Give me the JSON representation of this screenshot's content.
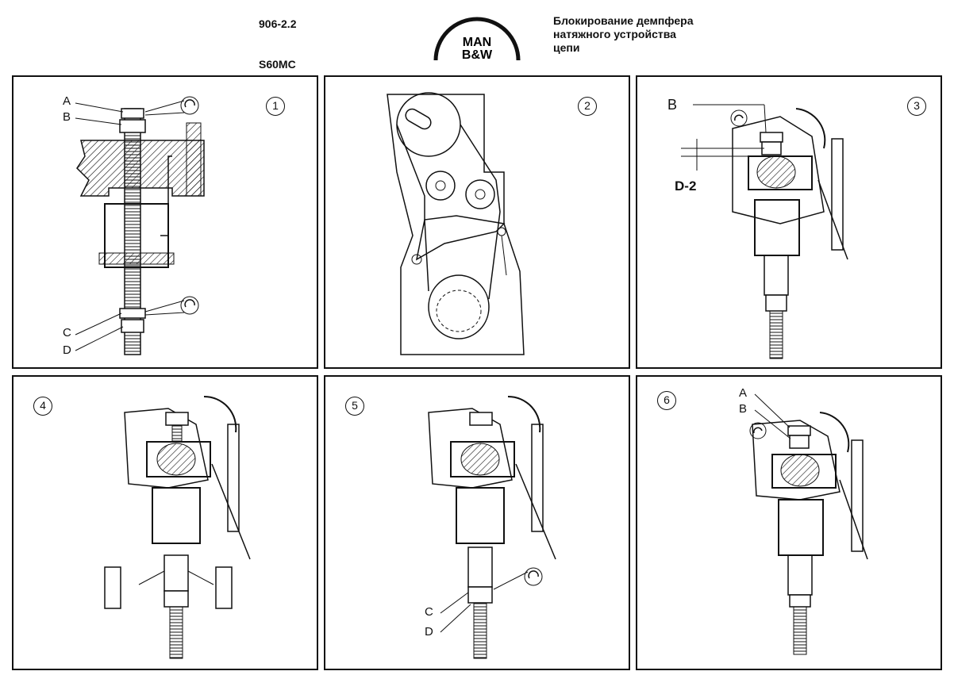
{
  "header": {
    "code": "906-2.2",
    "model": "S60MC",
    "logo_line1": "MAN",
    "logo_line2": "B&W",
    "title_lines": [
      "Блокирование демпфера",
      "натяжного устройства",
      "цепи"
    ]
  },
  "panels": [
    {
      "number": "1",
      "labels": {
        "a": "A",
        "b": "B",
        "c": "C",
        "d": "D"
      }
    },
    {
      "number": "2"
    },
    {
      "number": "3",
      "labels": {
        "b": "B",
        "dim": "D-2"
      }
    },
    {
      "number": "4"
    },
    {
      "number": "5",
      "labels": {
        "c": "C",
        "d": "D"
      }
    },
    {
      "number": "6",
      "labels": {
        "a": "A",
        "b": "B"
      }
    }
  ]
}
